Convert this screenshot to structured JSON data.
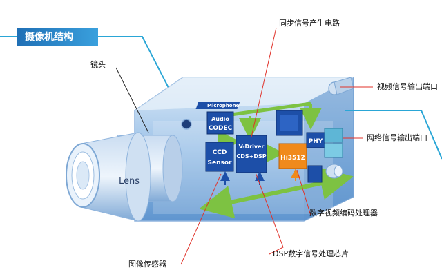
{
  "title": "摄像机结构",
  "labels": {
    "lens_cn": "镜头",
    "sync_circuit": "同步信号产生电路",
    "video_out_port": "视频信号输出端口",
    "network_out_port": "网络信号输出端口",
    "digital_video_codec": "数字视频编码处理器",
    "dsp_chip": "DSP数字信号处理芯片",
    "image_sensor": "图像传感器"
  },
  "chips": {
    "audio_codec_line1": "Audio",
    "audio_codec_line2": "CODEC",
    "ccd_line1": "CCD",
    "ccd_line2": "Sensor",
    "vdriver_line1": "V-Driver",
    "vdriver_line2": "CDS+DSP",
    "phy": "PHY",
    "hi3512": "Hi3512",
    "top_tag": "Microphone"
  },
  "lens_text": "Lens",
  "colors": {
    "title_bg": "#2e86c8",
    "cyan_line": "#2aa6d6",
    "callout_line": "#e0322a",
    "chip_blue": "#1d4fa8",
    "chip_orange": "#f08a1c",
    "arrow_green": "#7dc242",
    "body_blue": "#6ea3d8"
  }
}
